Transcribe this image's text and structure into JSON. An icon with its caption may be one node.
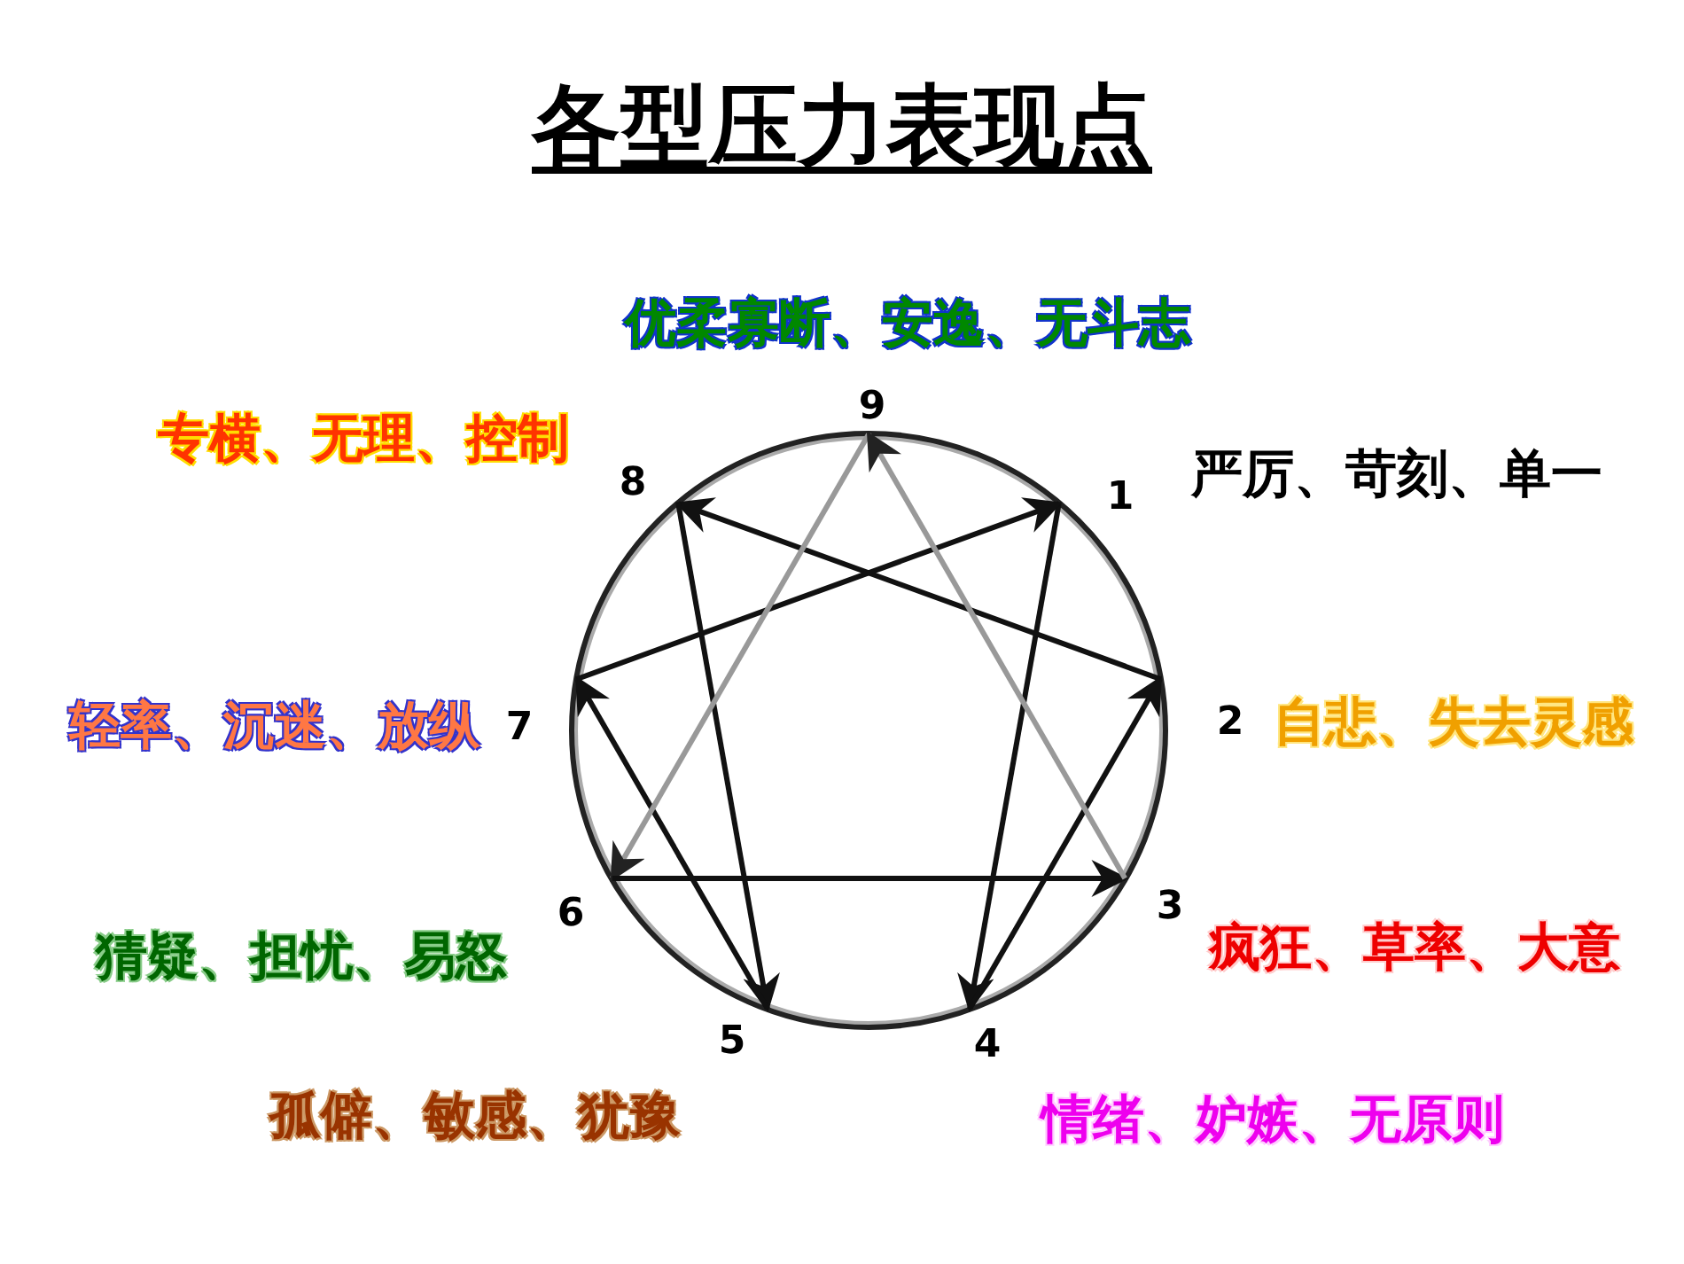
{
  "diagram": {
    "title": "各型压力表现点",
    "nodes": [
      {
        "text": [
          "9"
        ],
        "beside": [
          "优柔寡断、安逸、无斗志"
        ]
      },
      {
        "text": [
          "1"
        ],
        "beside": [
          "严厉、苛刻、单一"
        ]
      },
      {
        "text": [
          "2"
        ],
        "beside": [
          "自悲、失去灵感"
        ]
      },
      {
        "text": [
          "3"
        ],
        "beside": [
          "疯狂、草率、大意"
        ]
      },
      {
        "text": [
          "4"
        ],
        "beside": [
          "情绪、妒嫉、无原则"
        ]
      },
      {
        "text": [
          "5"
        ],
        "beside": [
          "孤僻、敏感、犹豫"
        ]
      },
      {
        "text": [
          "6"
        ],
        "beside": [
          "猜疑、担忧、易怒"
        ]
      },
      {
        "text": [
          "7"
        ],
        "beside": [
          "轻率、沉迷、放纵"
        ]
      },
      {
        "text": [
          "8"
        ],
        "beside": [
          "专横、无理、控制"
        ]
      }
    ],
    "edges": [
      {
        "from": 1,
        "to": 4,
        "arrow": "to"
      },
      {
        "from": 4,
        "to": 2,
        "arrow": "to"
      },
      {
        "from": 2,
        "to": 8,
        "arrow": "to"
      },
      {
        "from": 8,
        "to": 5,
        "arrow": "to"
      },
      {
        "from": 5,
        "to": 7,
        "arrow": "to"
      },
      {
        "from": 7,
        "to": 1,
        "arrow": "to"
      },
      {
        "from": 0,
        "to": 6,
        "arrow": "to",
        "color": "#999999"
      },
      {
        "from": 6,
        "to": 3,
        "arrow": "to"
      },
      {
        "from": 3,
        "to": 0,
        "arrow": "to",
        "color": "#999999"
      }
    ]
  }
}
